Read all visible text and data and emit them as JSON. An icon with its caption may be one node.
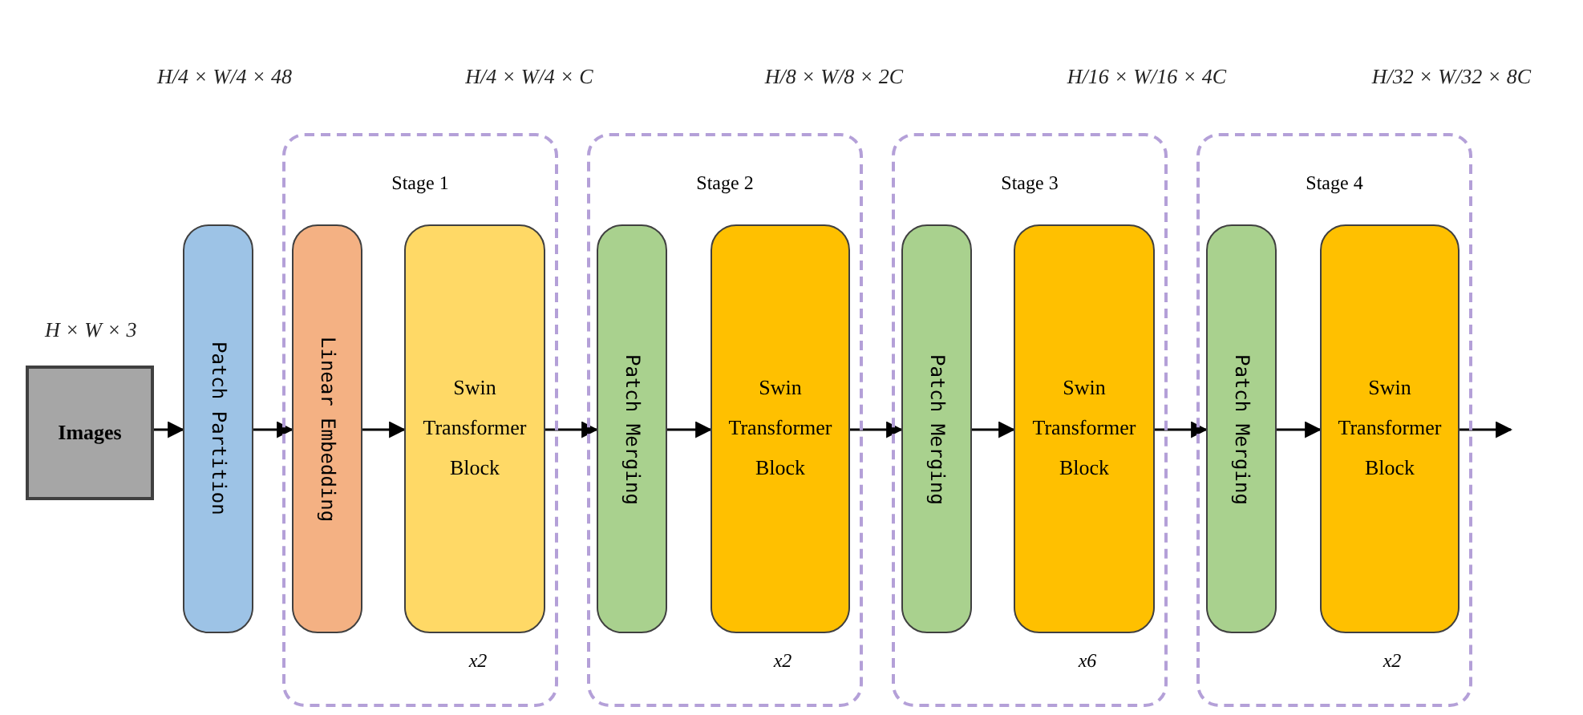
{
  "diagram": {
    "nodes": [
      {
        "text": [
          "Images"
        ],
        "beside": [
          "H × W × 3"
        ]
      },
      {
        "text": [
          "Patch Partition"
        ]
      },
      {
        "text": [
          "Stage 1",
          "x2"
        ]
      },
      {
        "text": [
          "Linear Embedding"
        ],
        "in": 2
      },
      {
        "text": [
          "Swin Transformer Block"
        ],
        "in": 2
      },
      {
        "text": [
          "Stage 2",
          "x2"
        ]
      },
      {
        "text": [
          "Patch Merging"
        ],
        "in": 5
      },
      {
        "text": [
          "Swin Transformer Block"
        ],
        "in": 5
      },
      {
        "text": [
          "Stage 3",
          "x6"
        ]
      },
      {
        "text": [
          "Patch Merging"
        ],
        "in": 8
      },
      {
        "text": [
          "Swin Transformer Block"
        ],
        "in": 8
      },
      {
        "text": [
          "Stage 4",
          "x2"
        ]
      },
      {
        "text": [
          "Patch Merging"
        ],
        "in": 11
      },
      {
        "text": [
          "Swin Transformer Block"
        ],
        "in": 11
      }
    ],
    "edges": [
      {
        "from": 0,
        "to": 1,
        "arrow": "to"
      },
      {
        "from": 1,
        "to": 3,
        "arrow": "to"
      },
      {
        "from": 3,
        "to": 4,
        "arrow": "to"
      },
      {
        "from": 4,
        "to": 6,
        "arrow": "to"
      },
      {
        "from": 6,
        "to": 7,
        "arrow": "to"
      },
      {
        "from": 7,
        "to": 9,
        "arrow": "to"
      },
      {
        "from": 9,
        "to": 10,
        "arrow": "to"
      },
      {
        "from": 10,
        "to": 12,
        "arrow": "to"
      },
      {
        "from": 12,
        "to": 13,
        "arrow": "to"
      },
      {
        "from": 13,
        "to": null,
        "arrow": "to"
      }
    ],
    "labels": [
      "H/4 × W/4 × 48",
      "H/4 × W/4 × C",
      "H/8 × W/8 × 2C",
      "H/16 × W/16 × 4C",
      "H/32 × W/32 × 8C"
    ]
  }
}
